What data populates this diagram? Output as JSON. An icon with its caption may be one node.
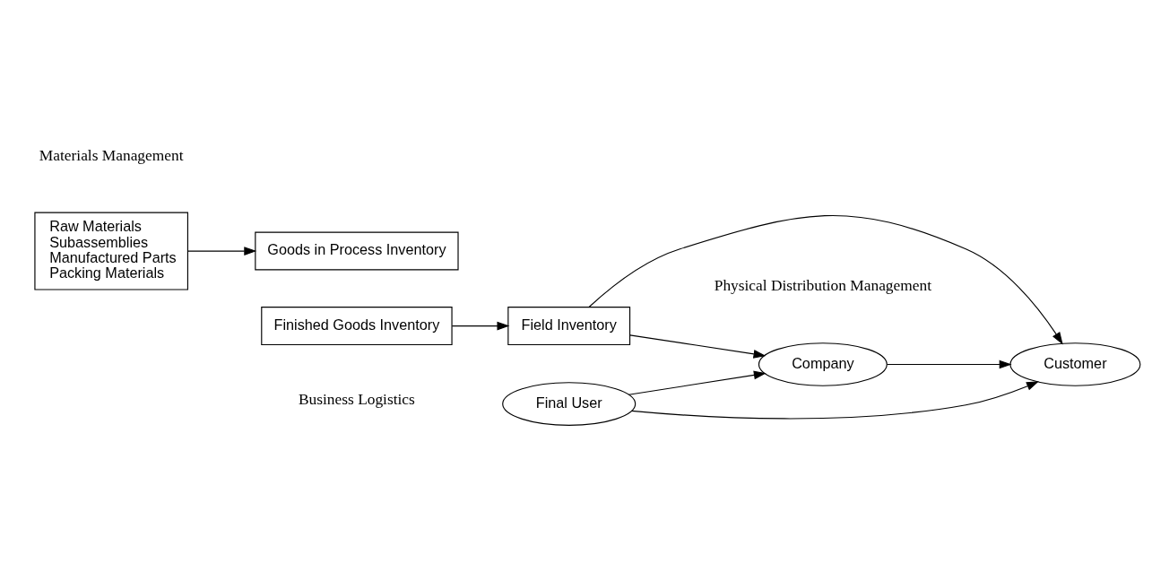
{
  "diagram": {
    "nodes": [
      {
        "text": [
          "Raw Materials",
          "Subassemblies",
          "Manufactured Parts",
          "Packing Materials"
        ]
      },
      {
        "text": [
          "Goods in Process Inventory"
        ]
      },
      {
        "text": [
          "Finished Goods Inventory"
        ]
      },
      {
        "text": [
          "Field Inventory"
        ]
      },
      {
        "text": [
          "Company"
        ]
      },
      {
        "text": [
          "Final User"
        ]
      },
      {
        "text": [
          "Customer"
        ]
      }
    ],
    "edges": [
      {
        "from": 0,
        "to": 1,
        "arrow": "to"
      },
      {
        "from": 2,
        "to": 3,
        "arrow": "to"
      },
      {
        "from": 3,
        "to": 4,
        "arrow": "to"
      },
      {
        "from": 3,
        "to": 6,
        "arrow": "to"
      },
      {
        "from": 4,
        "to": 6,
        "arrow": "to"
      },
      {
        "from": 5,
        "to": 4,
        "arrow": "to"
      },
      {
        "from": 5,
        "to": 6,
        "arrow": "to"
      }
    ],
    "labels": [
      "Materials Management",
      "Physical Distribution Management",
      "Business Logistics"
    ]
  }
}
